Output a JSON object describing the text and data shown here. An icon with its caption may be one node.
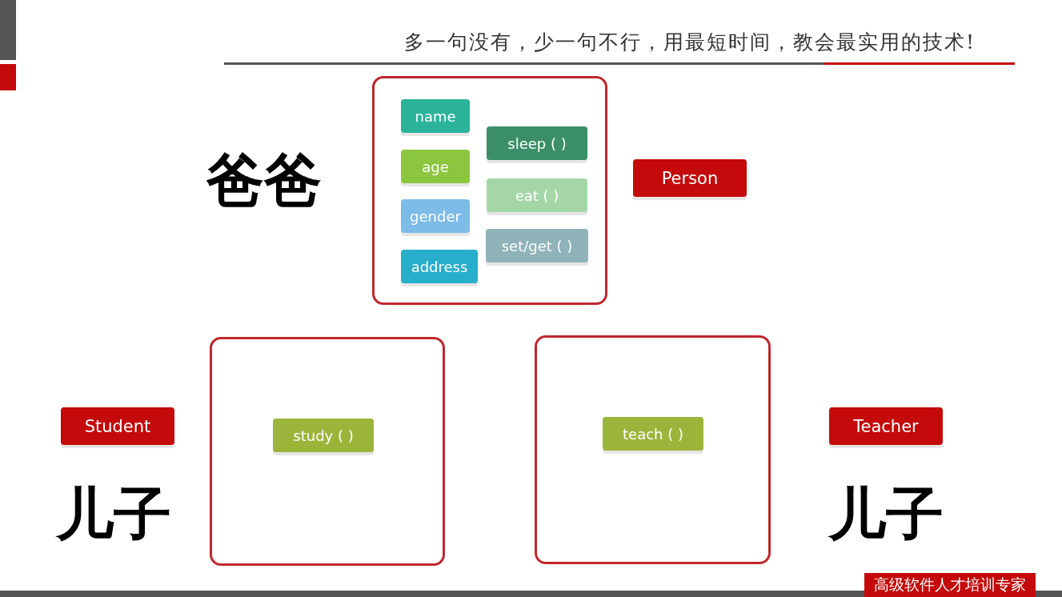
{
  "diagram": {
    "nodes": [
      {
        "text": [],
        "shape": "box"
      },
      {
        "text": [
          "name"
        ],
        "in": 0
      },
      {
        "text": [
          "age"
        ],
        "in": 0
      },
      {
        "text": [
          "gender"
        ],
        "in": 0
      },
      {
        "text": [
          "address"
        ],
        "in": 0
      },
      {
        "text": [
          "sleep ( )"
        ],
        "in": 0
      },
      {
        "text": [
          "eat ( )"
        ],
        "in": 0
      },
      {
        "text": [
          "set/get ( )"
        ],
        "in": 0
      },
      {
        "text": [
          "Person"
        ]
      },
      {
        "text": [],
        "shape": "box"
      },
      {
        "text": [
          "study ( )"
        ],
        "in": 9
      },
      {
        "text": [],
        "shape": "box"
      },
      {
        "text": [
          "teach ( )"
        ],
        "in": 11
      },
      {
        "text": [
          "Student"
        ]
      },
      {
        "text": [
          "Teacher"
        ]
      }
    ],
    "edges": [],
    "labels": [
      "多一句没有，少一句不行，用最短时间，教会最实用的技术!",
      "爸爸",
      "儿子",
      "儿子",
      "高级软件人才培训专家"
    ]
  }
}
